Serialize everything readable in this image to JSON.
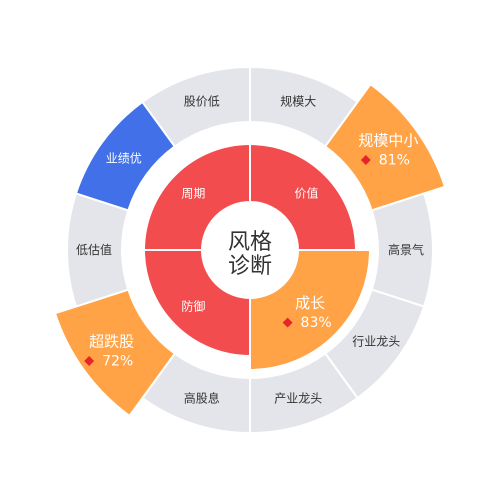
{
  "center": {
    "line1": "风格",
    "line2": "诊断"
  },
  "colors": {
    "track": "#e4e5ea",
    "inner": "#f24c4e",
    "highlight": "#ffa346",
    "blue": "#4170e8",
    "marker": "#e8232b",
    "text": "#333333"
  },
  "outer_ring": [
    {
      "label": "价值",
      "subs": [
        {
          "label": "规模大",
          "state": "normal"
        },
        {
          "label": "规模中小",
          "state": "highlight",
          "value": "81%"
        },
        {
          "label": "高景气",
          "state": "normal"
        }
      ]
    },
    {
      "label": "成长",
      "subs": [
        {
          "label": "行业龙头",
          "state": "normal"
        },
        {
          "label": "产业龙头",
          "state": "normal"
        },
        {
          "label": "高股息",
          "state": "normal"
        }
      ]
    },
    {
      "label": "防御",
      "subs": [
        {
          "label": "超跌股",
          "state": "highlight",
          "value": "72%"
        },
        {
          "label": "低估值",
          "state": "normal"
        },
        {
          "label": "业绩优",
          "state": "blue"
        }
      ]
    },
    {
      "label": "周期",
      "subs": [
        {
          "label": "股价低",
          "state": "normal"
        }
      ]
    }
  ],
  "inner_ring": [
    {
      "label": "价值",
      "state": "normal"
    },
    {
      "label": "成长",
      "state": "highlight",
      "value": "83%"
    },
    {
      "label": "防御",
      "state": "normal"
    },
    {
      "label": "周期",
      "state": "normal"
    }
  ]
}
